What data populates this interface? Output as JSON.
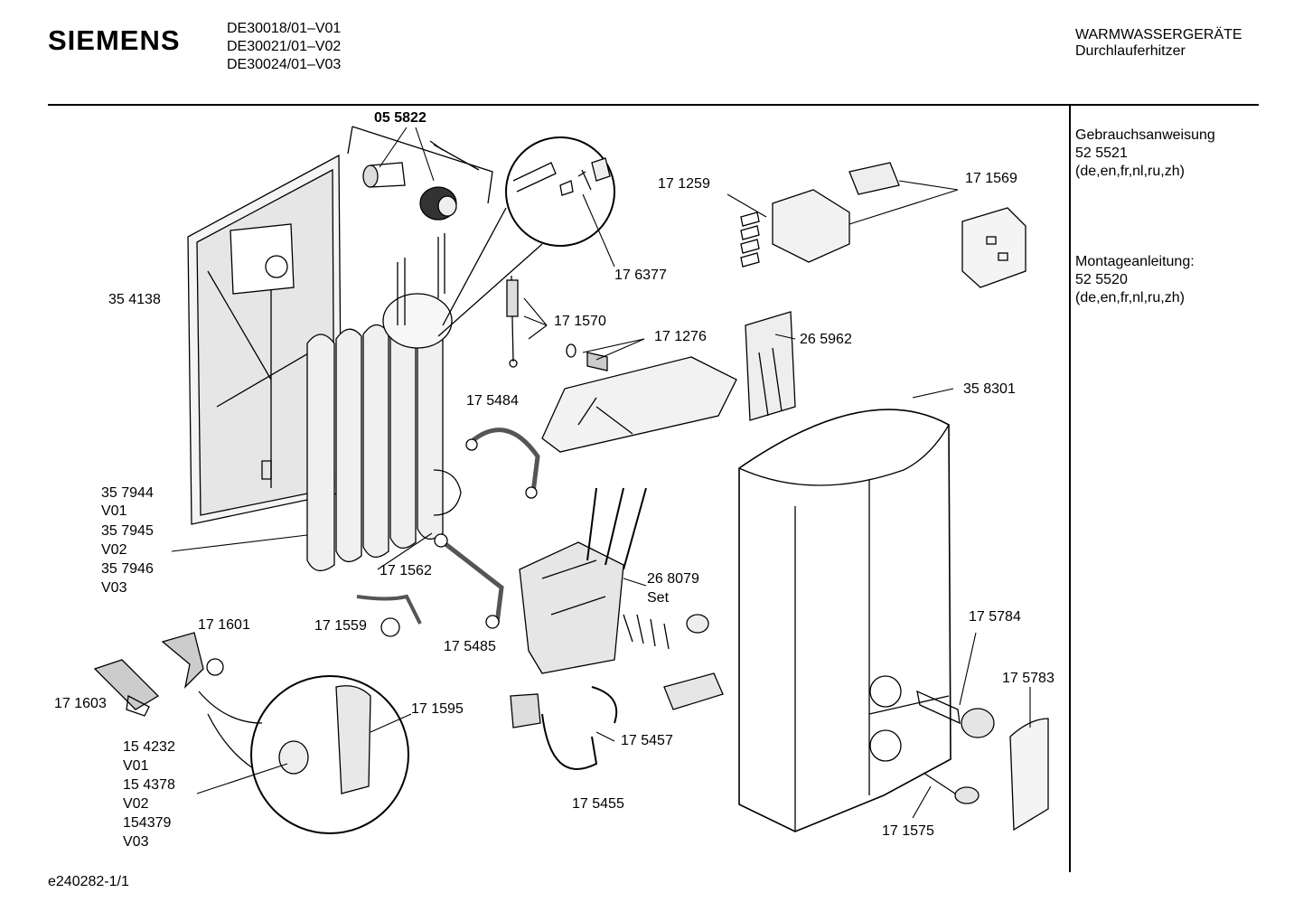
{
  "header": {
    "brand": "SIEMENS",
    "models": [
      "DE30018/01–V01",
      "DE30021/01–V02",
      "DE30024/01–V03"
    ],
    "category": "WARMWASSERGERÄTE",
    "subcategory": "Durchlauferhitzer"
  },
  "sidebar": {
    "manual_title": "Gebrauchsanweisung",
    "manual_number": "52 5521",
    "manual_langs": "(de,en,fr,nl,ru,zh)",
    "install_title": "Montageanleitung:",
    "install_number": "52 5520",
    "install_langs": "(de,en,fr,nl,ru,zh)"
  },
  "parts": {
    "p055822": "05 5822",
    "p176377": "17 6377",
    "p171259": "17 1259",
    "p171569": "17 1569",
    "p354138": "35 4138",
    "p171570": "17 1570",
    "p171276": "17 1276",
    "p265962": "26 5962",
    "p175484": "17 5484",
    "p358301": "35 8301",
    "p357944": "35 7944",
    "v01a": "V01",
    "p357945": "35 7945",
    "v02a": "V02",
    "p357946": "35 7946",
    "v03a": "V03",
    "p171562": "17 1562",
    "p268079": "26 8079",
    "set": "Set",
    "p171601": "17 1601",
    "p171559": "17 1559",
    "p175485": "17 5485",
    "p175784": "17 5784",
    "p175783": "17 5783",
    "p171603": "17 1603",
    "p171595": "17 1595",
    "p175457": "17 5457",
    "p154232": "15 4232",
    "v01b": "V01",
    "p154378": "15 4378",
    "v02b": "V02",
    "p154379": "154379",
    "v03b": "V03",
    "p175455": "17 5455",
    "p171575": "17 1575"
  },
  "footer": {
    "code": "e240282-1/1"
  }
}
